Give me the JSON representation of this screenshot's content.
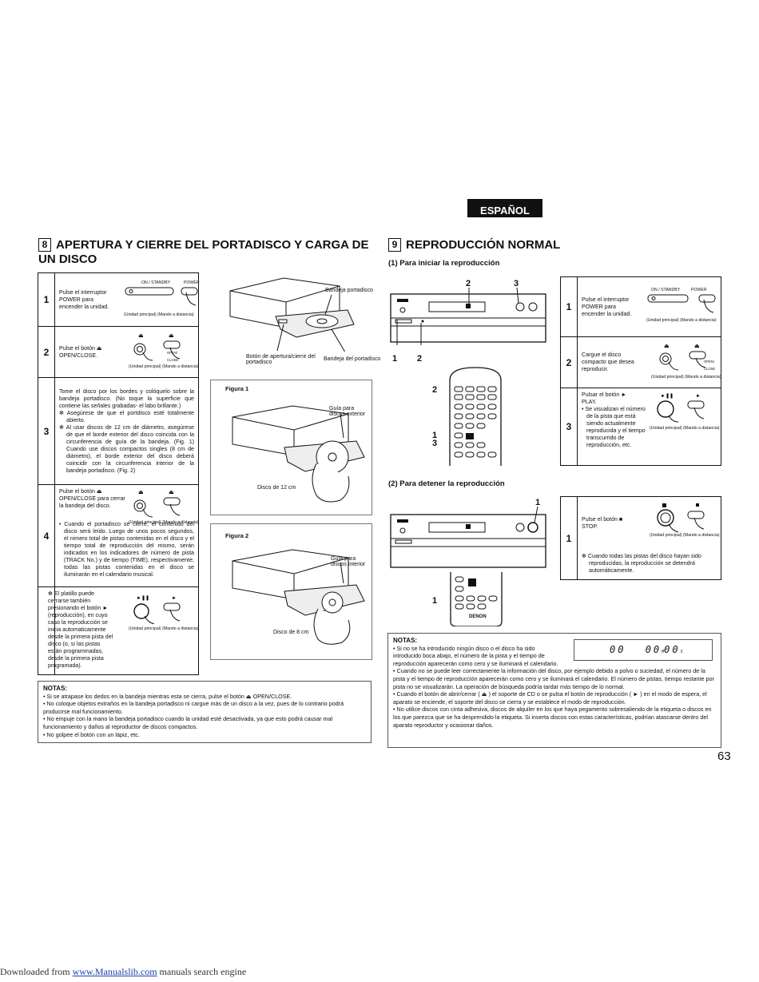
{
  "header": {
    "language_tab": "ESPAÑOL"
  },
  "section8": {
    "number": "8",
    "title": "APERTURA Y CIERRE DEL PORTADISCO Y CARGA DE UN DISCO",
    "steps": [
      {
        "num": "1",
        "text": "Pulse el interruptor POWER para encender la unidad.",
        "label_a": "ON / STANDBY",
        "label_b": "POWER",
        "caption": "(Unidad principal) (Mando a distancia)"
      },
      {
        "num": "2",
        "text": "Pulse el botón ⏏ OPEN/CLOSE.",
        "label_b": "OPEN/ CLOSE",
        "caption": "(Unidad principal) (Mando a distancia)"
      },
      {
        "num": "3",
        "text": "Tome el disco por los bordes y colóquelo sobre la bandeja portadisco. (No toque la superficie que contiene las señales grabadas- el labo brillante.)",
        "star1": "✻ Asegúrese de que el portdisco esté totalmente abierto.",
        "star2": "✻ Al usar discos de 12 cm de diámetro, asegúrese de que el borde exterior del disco coincida con la circunferencia de guía de la bandeja. (Fig. 1) Cuando use discos compactos singles (8 cm de diámetro), el borde exterior del disco deberá coincidir con la circunferencia interior de la bandeja portadisco. (Fig. 2)"
      },
      {
        "num": "4",
        "text": "Pulse el botón ⏏ OPEN/CLOSE para cerrar la bandeja del disco.",
        "caption": "(Unidad principal) (Mando a distancia)",
        "bullet": "• Cuando el portadisco se cierre, el contenido del disco será leído. Luego de unos pocos segundos, el nimero total de pistas contenidas en el disco y el tiempo total de reproducción del mismo, serán indicados en los indicadores de número de pista (TRACK No.) y de tiempo (TIME), respectivamente, todas las pistas contenidas en el disco se iluminarán en el calendario musical."
      },
      {
        "num": "",
        "text": "✻ El platillo puede cerrarse también presionando el botón ► (reproducción), en cuyo caso la reproducción se inicia automaticamente desde la primera pista del disco (o, si las pistas están programmadas, desde la primera pista programada).",
        "caption": "(Unidad principal) (Mando a distancia)"
      }
    ],
    "diagram_labels": {
      "tray": "Bandeja portadisco",
      "button": "Botón de apertura/cierre del portadisco",
      "tray2": "Bandeja del portadisco"
    },
    "figure1": {
      "title": "Figura 1",
      "guide": "Guía para discos exterior",
      "disc": "Disco de 12 cm"
    },
    "figure2": {
      "title": "Figura 2",
      "guide": "Guía para discos interior",
      "disc": "Disco de 8 cm"
    },
    "notes": {
      "title": "NOTAS:",
      "items": [
        "• Si se atrapase los dedos en la bandeja mientras esta se cierra, pulse el botón ⏏ OPEN/CLOSE.",
        "• No coloque objetos extraños en la bandeja portadisco ni cargue más de un disco a la vez, pues de lo contrario podrá producirse mal funcionamiento.",
        "• No empuje con la mano la bandeja portadisco cuando la unidad esté desactivada, ya que esto podrá causar mal funcionamiento y daños al reproductor de discos compactos.",
        "• No golpee el botón con un lápiz, etc."
      ]
    }
  },
  "section9": {
    "number": "9",
    "title": "REPRODUCCIÓN NORMAL",
    "sub1": "(1)  Para iniciar la reproducción",
    "sub2": "(2)  Para detener la reproducción",
    "callouts1": {
      "a": "2",
      "b": "3",
      "c": "1",
      "d": "2",
      "e": "2",
      "f": "1",
      "g": "3"
    },
    "callouts2": {
      "a": "1",
      "b": "1"
    },
    "steps_start": [
      {
        "num": "1",
        "text": "Pulse el interruptor POWER para encender la unidad.",
        "label_a": "ON / STANDBY",
        "label_b": "POWER",
        "caption": "(Unidad principal) (Mando a distancia)"
      },
      {
        "num": "2",
        "text": "Cargue el disco compacto que desea reproducir.",
        "label_b": "OPEN/ CLOSE",
        "caption": "(Unidad principal) (Mando a distancia)"
      },
      {
        "num": "3",
        "text": "Pulsar el botón ► PLAY.",
        "bullet": "• Se visualizan el número de la pista que está siendo actualmente reproducida y el tiempo transcurrido de reproducción, etc.",
        "caption": "(Unidad principal) (Mando a distancia)"
      }
    ],
    "steps_stop": [
      {
        "num": "1",
        "text": "Pulse el botón ■ STOP.",
        "caption": "(Unidad principal) (Mando a distancia)",
        "star": "✻ Cuando todas las pistas del disco hayan sido reproducidas, la reproducción se detendrá automáticamente."
      }
    ],
    "display": {
      "track": "00",
      "min": "00",
      "sec": "00",
      "m_unit": "M",
      "s_unit": "S"
    },
    "remote_brand": "DENON",
    "notes": {
      "title": "NOTAS:",
      "items": [
        "• Si no se ha introducido ningún disco o el disco ha sido introducido boca abajo, el número de la pista y el tiempo de reproducción aparecerán como cero y se iluminará el calendario.",
        "• Cuando no se puede leer correctamente la información del disco, por ejemplo debido a polvo o suciedad, el número de la pista y el tiempo de reproducción aparecerán como cero y se iluminará el calendario. El número de pistas, tiempo restante por pista no se visualizarán. La operación de búsqueda podría tardar más tiempo de lo normal.",
        "• Cuando el botón de abrir/cerrar ( ⏏ ) el soporte de CD o se pulsa el botón de reproducción ( ► ) en el modo de espera, el aparato se enciende, el soporte del disco se cierra y se establece el modo de reproducción.",
        "• No utilice discos con cinta adhesiva, discos de alquiler en los que haya pegamento sobresaliendo de la etiqueta o discos en los que parezca que se ha desprendido la etiqueta. Si inserta discos con estas características, podrían atascarse dentro del aparato reproductor y ocasionar daños."
      ]
    }
  },
  "page_number": "63",
  "footer": {
    "prefix": "Downloaded from ",
    "link": "www.Manualslib.com",
    "suffix": " manuals search engine"
  }
}
